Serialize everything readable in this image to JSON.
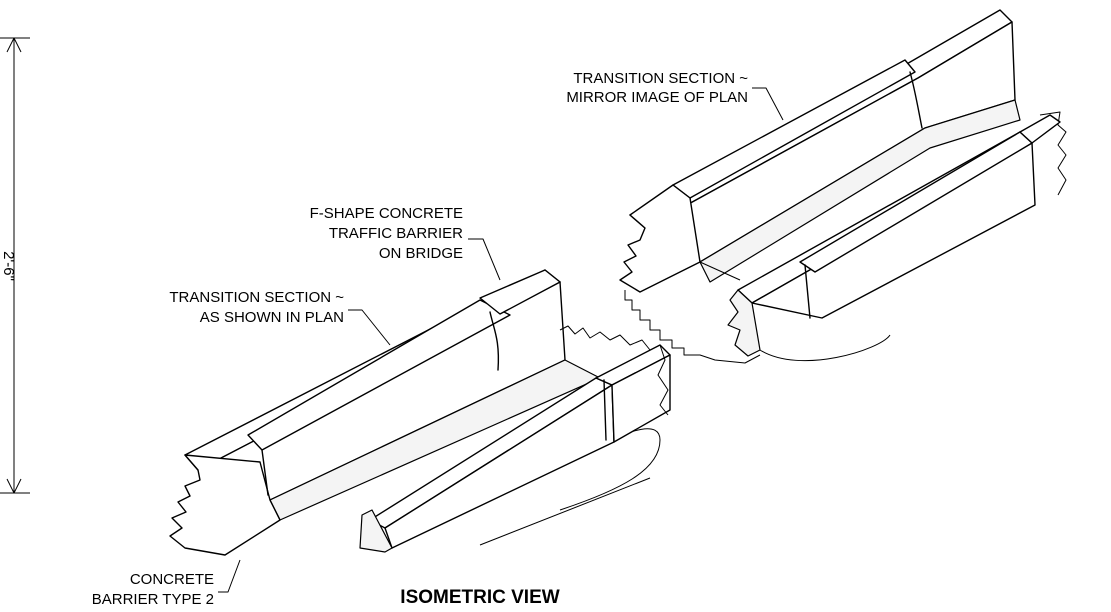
{
  "drawing": {
    "title": "ISOMETRIC VIEW",
    "dimension": "2'-6\"",
    "callouts": {
      "transition_mirror": [
        "TRANSITION SECTION ~",
        "MIRROR IMAGE OF PLAN"
      ],
      "f_shape": [
        "F-SHAPE CONCRETE",
        "TRAFFIC BARRIER",
        "ON BRIDGE"
      ],
      "transition_plan": [
        "TRANSITION SECTION ~",
        "AS SHOWN IN PLAN"
      ],
      "type2": [
        "CONCRETE",
        "BARRIER TYPE 2"
      ]
    }
  }
}
